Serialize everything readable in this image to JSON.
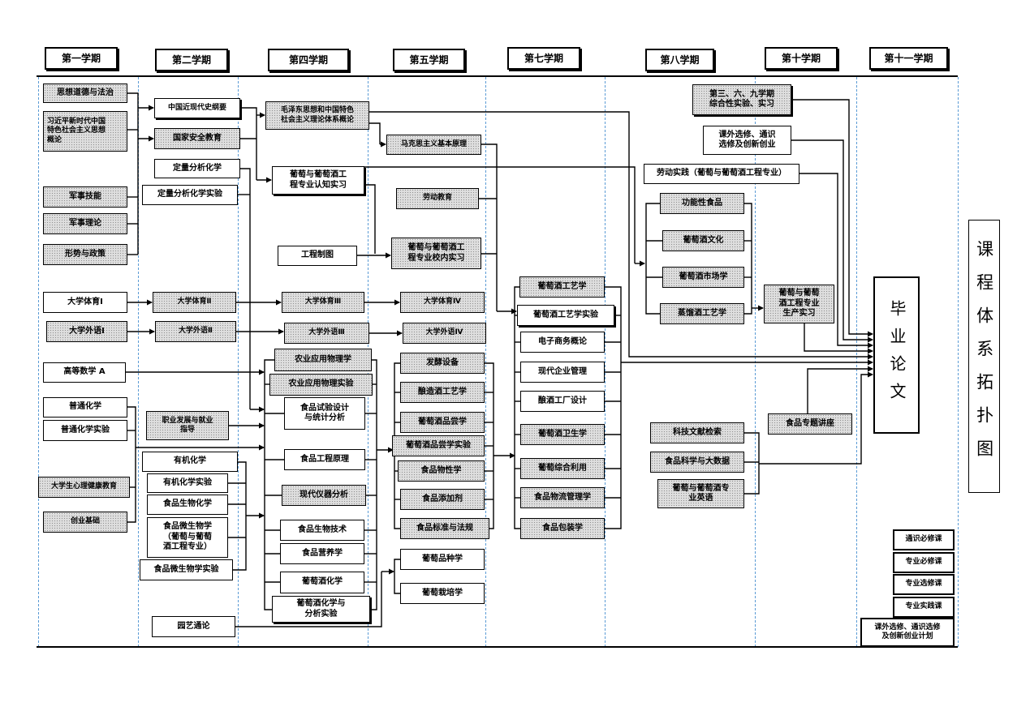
{
  "semesters": [
    "第一学期",
    "第二学期",
    "第四学期",
    "第五学期",
    "第七学期",
    "第八学期",
    "第十学期",
    "第十一学期"
  ],
  "sem1": [
    "思想道德与法治",
    "习近平新时代中国\n特色社会主义思想\n概论",
    "军事技能",
    "军事理论",
    "形势与政策",
    "大学体育Ⅰ",
    "大学外语Ⅰ",
    "高等数学 A",
    "普通化学",
    "普通化学实验",
    "大学生心理健康教育",
    "创业基础"
  ],
  "sem2": [
    "中国近现代史纲要",
    "国家安全教育",
    "定量分析化学",
    "定量分析化学实验",
    "大学体育Ⅱ",
    "大学外语Ⅱ",
    "职业发展与就业\n指导",
    "有机化学",
    "有机化学实验",
    "食品生物化学",
    "食品微生物学\n（葡萄与葡萄\n酒工程专业）",
    "食品微生物学实验",
    "园艺通论"
  ],
  "sem4": [
    "毛泽东思想和中国特色\n社会主义理论体系概论",
    "葡萄与葡萄酒工\n程专业认知实习",
    "工程制图",
    "大学体育Ⅲ",
    "大学外语Ⅲ",
    "农业应用物理学",
    "农业应用物理实验",
    "食品试验设计\n与统计分析",
    "食品工程原理",
    "现代仪器分析",
    "食品生物技术",
    "食品营养学",
    "葡萄酒化学",
    "葡萄酒化学与\n分析实验"
  ],
  "sem5": [
    "马克思主义基本原理",
    "劳动教育",
    "葡萄与葡萄酒工\n程专业校内实习",
    "大学体育Ⅳ",
    "大学外语Ⅳ",
    "发酵设备",
    "酿造酒工艺学",
    "葡萄酒品尝学",
    "葡萄酒品尝学实验",
    "食品物性学",
    "食品添加剂",
    "食品标准与法规",
    "葡萄品种学",
    "葡萄栽培学"
  ],
  "sem7": [
    "葡萄酒工艺学",
    "葡萄酒工艺学实验",
    "电子商务概论",
    "现代企业管理",
    "酿酒工厂设计",
    "葡萄酒卫生学",
    "葡萄综合利用",
    "食品物流管理学",
    "食品包装学"
  ],
  "sem8": [
    "第三、六、九学期\n综合性实验、实习",
    "课外选修、通识\n选修及创新创业",
    "劳动实践（葡萄与葡萄酒工程专业）",
    "功能性食品",
    "葡萄酒文化",
    "葡萄酒市场学",
    "蒸馏酒工艺学",
    "科技文献检索",
    "食品科学与大数据",
    "葡萄与葡萄酒专\n业英语"
  ],
  "sem10": [
    "葡萄与葡萄\n酒工程专业\n生产实习",
    "食品专题讲座"
  ],
  "thesis": "毕业论文",
  "title": "课程体系拓扑图",
  "legend": [
    "通识必修课",
    "专业必修课",
    "专业选修课",
    "专业实践课",
    "课外选修、通识选修\n及创新创业计划"
  ],
  "colors": {
    "divider": "#5b9bd5",
    "shaded_box": "#dedede",
    "line": "#000000"
  }
}
